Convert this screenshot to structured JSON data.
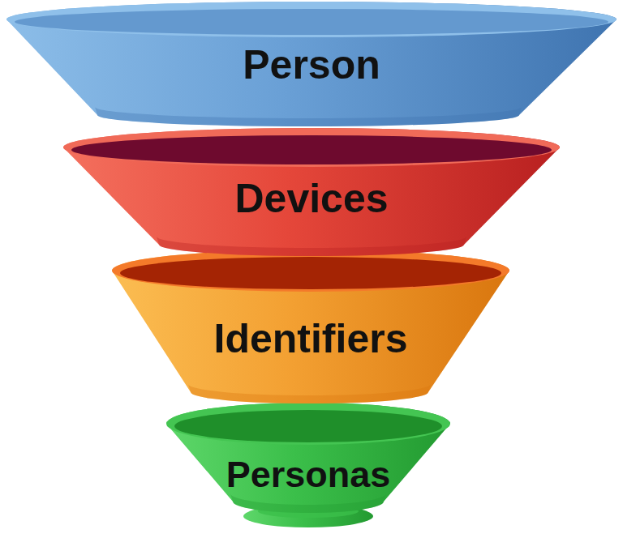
{
  "diagram": {
    "nodes": [
      {
        "text": [
          "Person"
        ]
      },
      {
        "text": [
          "Devices"
        ]
      },
      {
        "text": [
          "Identifiers"
        ]
      },
      {
        "text": [
          "Personas"
        ]
      }
    ]
  }
}
